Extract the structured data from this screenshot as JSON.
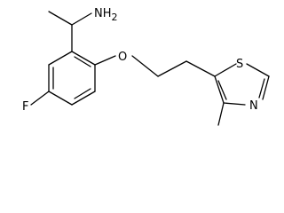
{
  "structure": {
    "labels": {
      "amine": "NH",
      "amine_subscript": "2",
      "oxygen": "O",
      "fluorine": "F",
      "sulfur": "S",
      "nitrogen": "N"
    }
  }
}
